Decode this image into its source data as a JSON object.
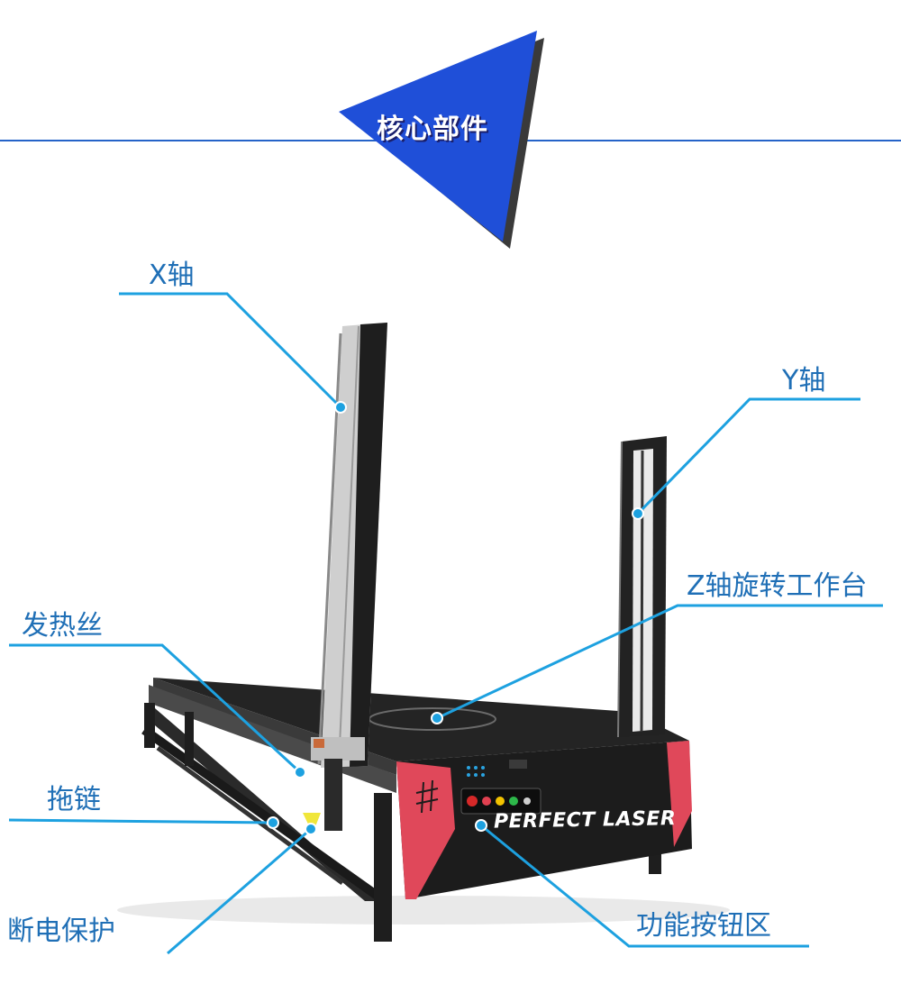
{
  "header": {
    "title": "核心部件"
  },
  "colors": {
    "accent_blue": "#1f4fd8",
    "line_blue": "#2563c8",
    "callout_text": "#1f6fb6",
    "callout_line": "#1da1e0",
    "panel_red": "#e0485a"
  },
  "callouts": [
    {
      "id": "x-axis",
      "label": "X轴"
    },
    {
      "id": "y-axis",
      "label": "Y轴"
    },
    {
      "id": "z-axis",
      "label": "Z轴旋转工作台"
    },
    {
      "id": "heating-wire",
      "label": "发热丝"
    },
    {
      "id": "drag-chain",
      "label": "拖链"
    },
    {
      "id": "power-protection",
      "label": "断电保护"
    },
    {
      "id": "function-buttons",
      "label": "功能按钮区"
    }
  ],
  "machine": {
    "brand": "PERFECT LASER"
  }
}
